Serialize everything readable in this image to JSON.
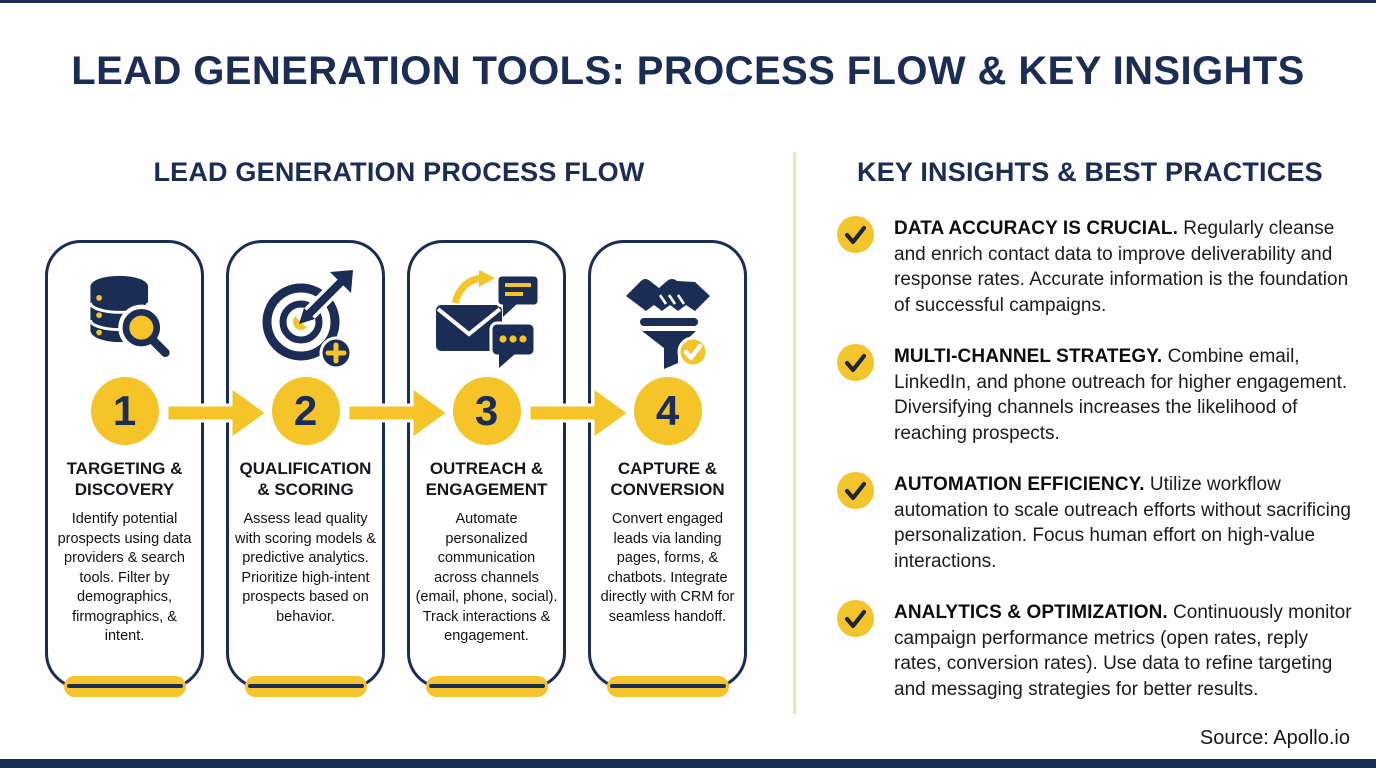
{
  "page": {
    "title": "LEAD GENERATION TOOLS: PROCESS FLOW & KEY INSIGHTS",
    "source": "Source: Apollo.io"
  },
  "colors": {
    "navy": "#1B2D54",
    "yellow": "#F4C428",
    "divider": "#EFE3AC",
    "background": "#FFFFFF"
  },
  "process": {
    "heading": "LEAD GENERATION PROCESS FLOW",
    "steps": [
      {
        "number": "1",
        "icon": "database-search-icon",
        "title": "TARGETING & DISCOVERY",
        "description": "Identify potential prospects using data providers & search tools. Filter by demographics, firmographics, & intent."
      },
      {
        "number": "2",
        "icon": "target-scoring-icon",
        "title": "QUALIFICATION & SCORING",
        "description": "Assess lead quality with scoring models & predictive analytics. Prioritize high-intent prospects based on behavior."
      },
      {
        "number": "3",
        "icon": "email-chat-icon",
        "title": "OUTREACH & ENGAGEMENT",
        "description": "Automate personalized communication across channels (email, phone, social). Track interactions & engagement."
      },
      {
        "number": "4",
        "icon": "handshake-funnel-icon",
        "title": "CAPTURE & CONVERSION",
        "description": "Convert engaged leads via landing pages, forms, & chatbots. Integrate directly with CRM for seamless handoff."
      }
    ]
  },
  "insights": {
    "heading": "KEY INSIGHTS & BEST PRACTICES",
    "items": [
      {
        "lead": "DATA ACCURACY IS CRUCIAL.",
        "text": " Regularly cleanse and enrich contact data to improve deliverability and response rates. Accurate information is the foundation of successful campaigns."
      },
      {
        "lead": "MULTI-CHANNEL STRATEGY.",
        "text": " Combine email, LinkedIn, and phone outreach for higher engagement. Diversifying channels increases the likelihood of reaching prospects."
      },
      {
        "lead": "AUTOMATION EFFICIENCY.",
        "text": " Utilize workflow automation to scale outreach efforts without sacrificing personalization. Focus human effort on high-value interactions."
      },
      {
        "lead": "ANALYTICS & OPTIMIZATION.",
        "text": " Continuously monitor campaign performance metrics (open rates, reply rates, conversion rates). Use data to refine targeting and messaging strategies for better results."
      }
    ]
  }
}
